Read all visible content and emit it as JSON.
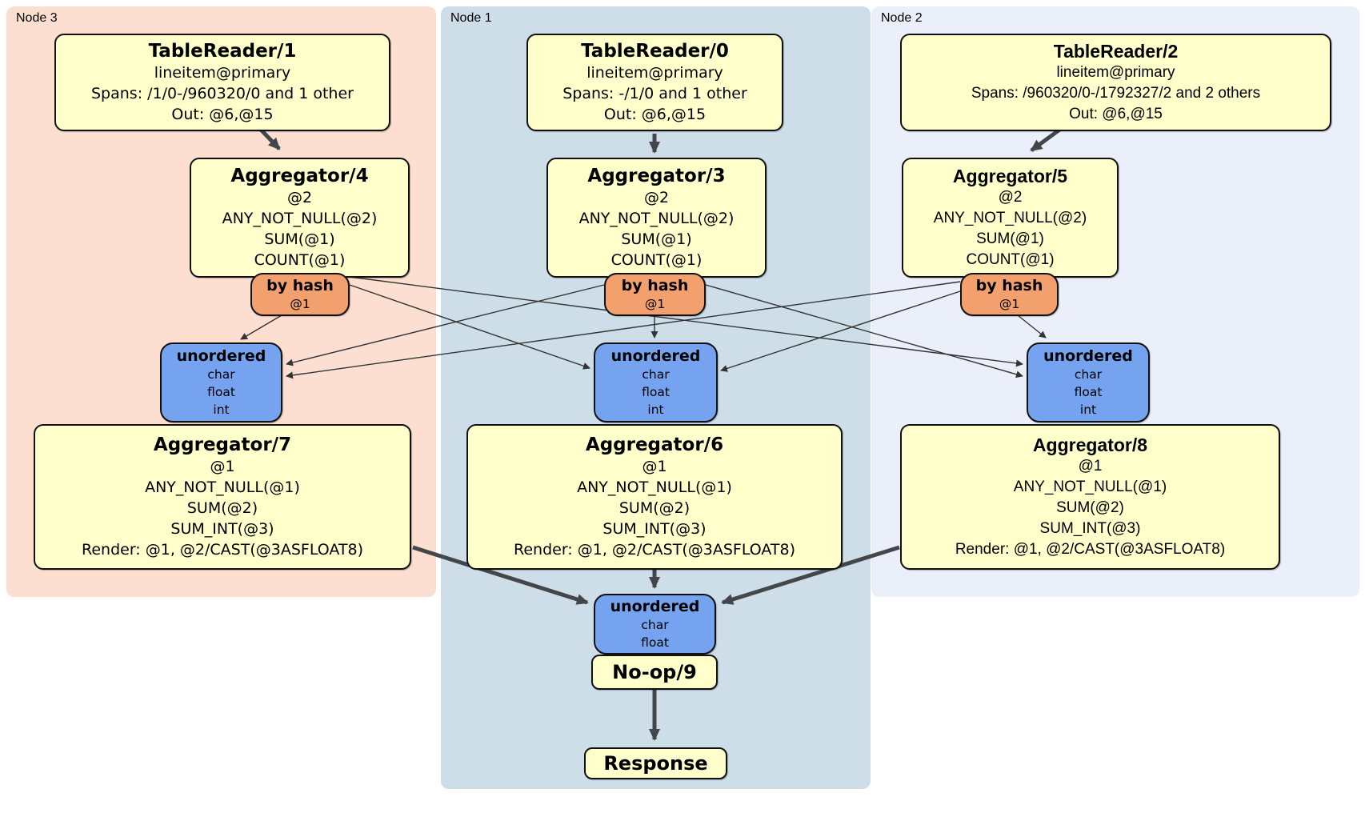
{
  "regions": {
    "node3": {
      "label": "Node 3"
    },
    "node1": {
      "label": "Node 1"
    },
    "node2": {
      "label": "Node 2"
    }
  },
  "boxes": {
    "tr1": {
      "title": "TableReader/1",
      "lines": [
        "lineitem@primary",
        "Spans: /1/0-/960320/0 and 1 other",
        "Out: @6,@15"
      ]
    },
    "tr0": {
      "title": "TableReader/0",
      "lines": [
        "lineitem@primary",
        "Spans: -/1/0 and 1 other",
        "Out: @6,@15"
      ]
    },
    "tr2": {
      "title": "TableReader/2",
      "lines": [
        "lineitem@primary",
        "Spans: /960320/0-/1792327/2 and 2 others",
        "Out: @6,@15"
      ]
    },
    "agg4": {
      "title": "Aggregator/4",
      "lines": [
        "@2",
        "ANY_NOT_NULL(@2)",
        "SUM(@1)",
        "COUNT(@1)"
      ]
    },
    "agg3": {
      "title": "Aggregator/3",
      "lines": [
        "@2",
        "ANY_NOT_NULL(@2)",
        "SUM(@1)",
        "COUNT(@1)"
      ]
    },
    "agg5": {
      "title": "Aggregator/5",
      "lines": [
        "@2",
        "ANY_NOT_NULL(@2)",
        "SUM(@1)",
        "COUNT(@1)"
      ]
    },
    "router3": {
      "title": "by hash",
      "lines": [
        "@1"
      ]
    },
    "router1": {
      "title": "by hash",
      "lines": [
        "@1"
      ]
    },
    "router2": {
      "title": "by hash",
      "lines": [
        "@1"
      ]
    },
    "sync3": {
      "title": "unordered",
      "lines": [
        "char",
        "float",
        "int"
      ]
    },
    "sync1": {
      "title": "unordered",
      "lines": [
        "char",
        "float",
        "int"
      ]
    },
    "sync2": {
      "title": "unordered",
      "lines": [
        "char",
        "float",
        "int"
      ]
    },
    "agg7": {
      "title": "Aggregator/7",
      "lines": [
        "@1",
        "ANY_NOT_NULL(@1)",
        "SUM(@2)",
        "SUM_INT(@3)",
        "Render: @1, @2/CAST(@3ASFLOAT8)"
      ]
    },
    "agg6": {
      "title": "Aggregator/6",
      "lines": [
        "@1",
        "ANY_NOT_NULL(@1)",
        "SUM(@2)",
        "SUM_INT(@3)",
        "Render: @1, @2/CAST(@3ASFLOAT8)"
      ]
    },
    "agg8": {
      "title": "Aggregator/8",
      "lines": [
        "@1",
        "ANY_NOT_NULL(@1)",
        "SUM(@2)",
        "SUM_INT(@3)",
        "Render: @1, @2/CAST(@3ASFLOAT8)"
      ]
    },
    "sync_final": {
      "title": "unordered",
      "lines": [
        "char",
        "float"
      ]
    },
    "noop": {
      "title": "No-op/9"
    },
    "response": {
      "title": "Response"
    }
  },
  "colors": {
    "node3_bg": "#fcdfd1",
    "node1_bg": "#cedee9",
    "node2_bg": "#eaeffa",
    "op_fill": "#ffffcc",
    "router_fill": "#f2a16e",
    "sync_fill": "#75a3f0",
    "box_border": "#111111",
    "edge_thick": "#44474a",
    "edge_thin": "#333333"
  }
}
